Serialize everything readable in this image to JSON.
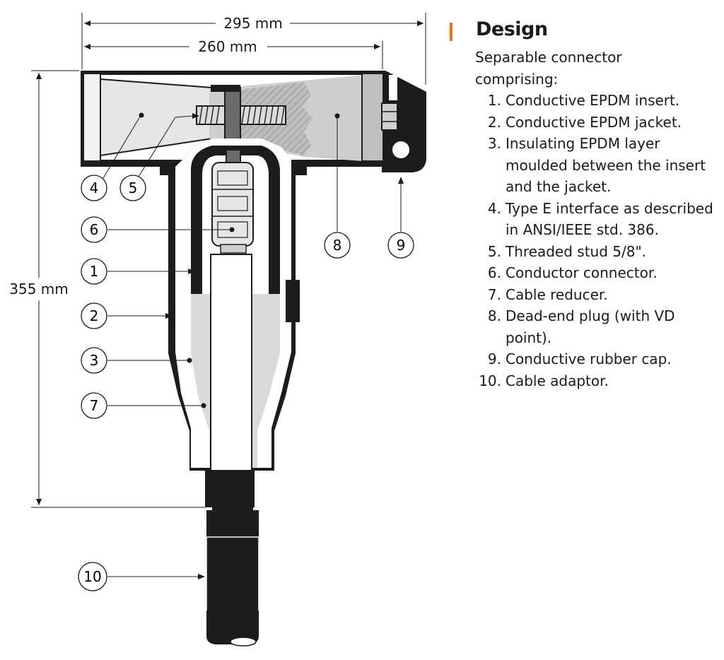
{
  "dimensions": {
    "width_total": "295 mm",
    "width_inner": "260 mm",
    "height": "355 mm"
  },
  "callouts": [
    "1",
    "2",
    "3",
    "4",
    "5",
    "6",
    "7",
    "8",
    "9",
    "10"
  ],
  "design": {
    "title": "Design",
    "intro": "Separable connector comprising:",
    "items": [
      {
        "num": "1.",
        "text": "Conductive EPDM insert."
      },
      {
        "num": "2.",
        "text": "Conductive EPDM jacket."
      },
      {
        "num": "3.",
        "text": "Insulating EPDM layer moulded between the insert and the jacket."
      },
      {
        "num": "4.",
        "text": "Type E interface as described in ANSI/IEEE std. 386."
      },
      {
        "num": "5.",
        "text": "Threaded stud 5/8\"."
      },
      {
        "num": "6.",
        "text": "Conductor connector."
      },
      {
        "num": "7.",
        "text": "Cable reducer."
      },
      {
        "num": "8.",
        "text": "Dead-end plug (with VD point)."
      },
      {
        "num": "9.",
        "text": "Conductive rubber cap."
      },
      {
        "num": "10.",
        "text": "Cable adaptor."
      }
    ]
  },
  "colors": {
    "accent": "#e8731e",
    "jacket": "#1c1c1c",
    "insulation": "#ffffff",
    "reducer": "#d9d9d9",
    "plug": "#cfcfcf"
  }
}
